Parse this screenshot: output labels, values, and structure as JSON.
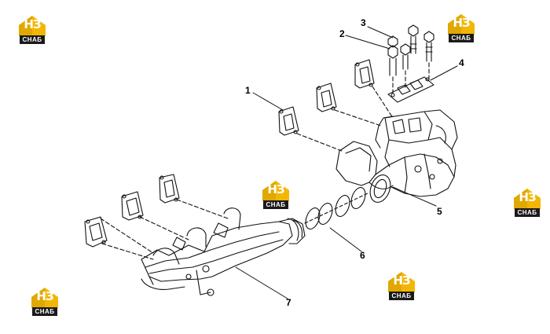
{
  "watermark": {
    "monogram": "НЗ",
    "word": "СНАБ",
    "accent_color": "#f2b705",
    "text_color": "#1a1a1a"
  },
  "callouts": [
    {
      "id": "1",
      "label": "1"
    },
    {
      "id": "2",
      "label": "2"
    },
    {
      "id": "3",
      "label": "3"
    },
    {
      "id": "4",
      "label": "4"
    },
    {
      "id": "5",
      "label": "5"
    },
    {
      "id": "6",
      "label": "6"
    },
    {
      "id": "7",
      "label": "7"
    }
  ]
}
